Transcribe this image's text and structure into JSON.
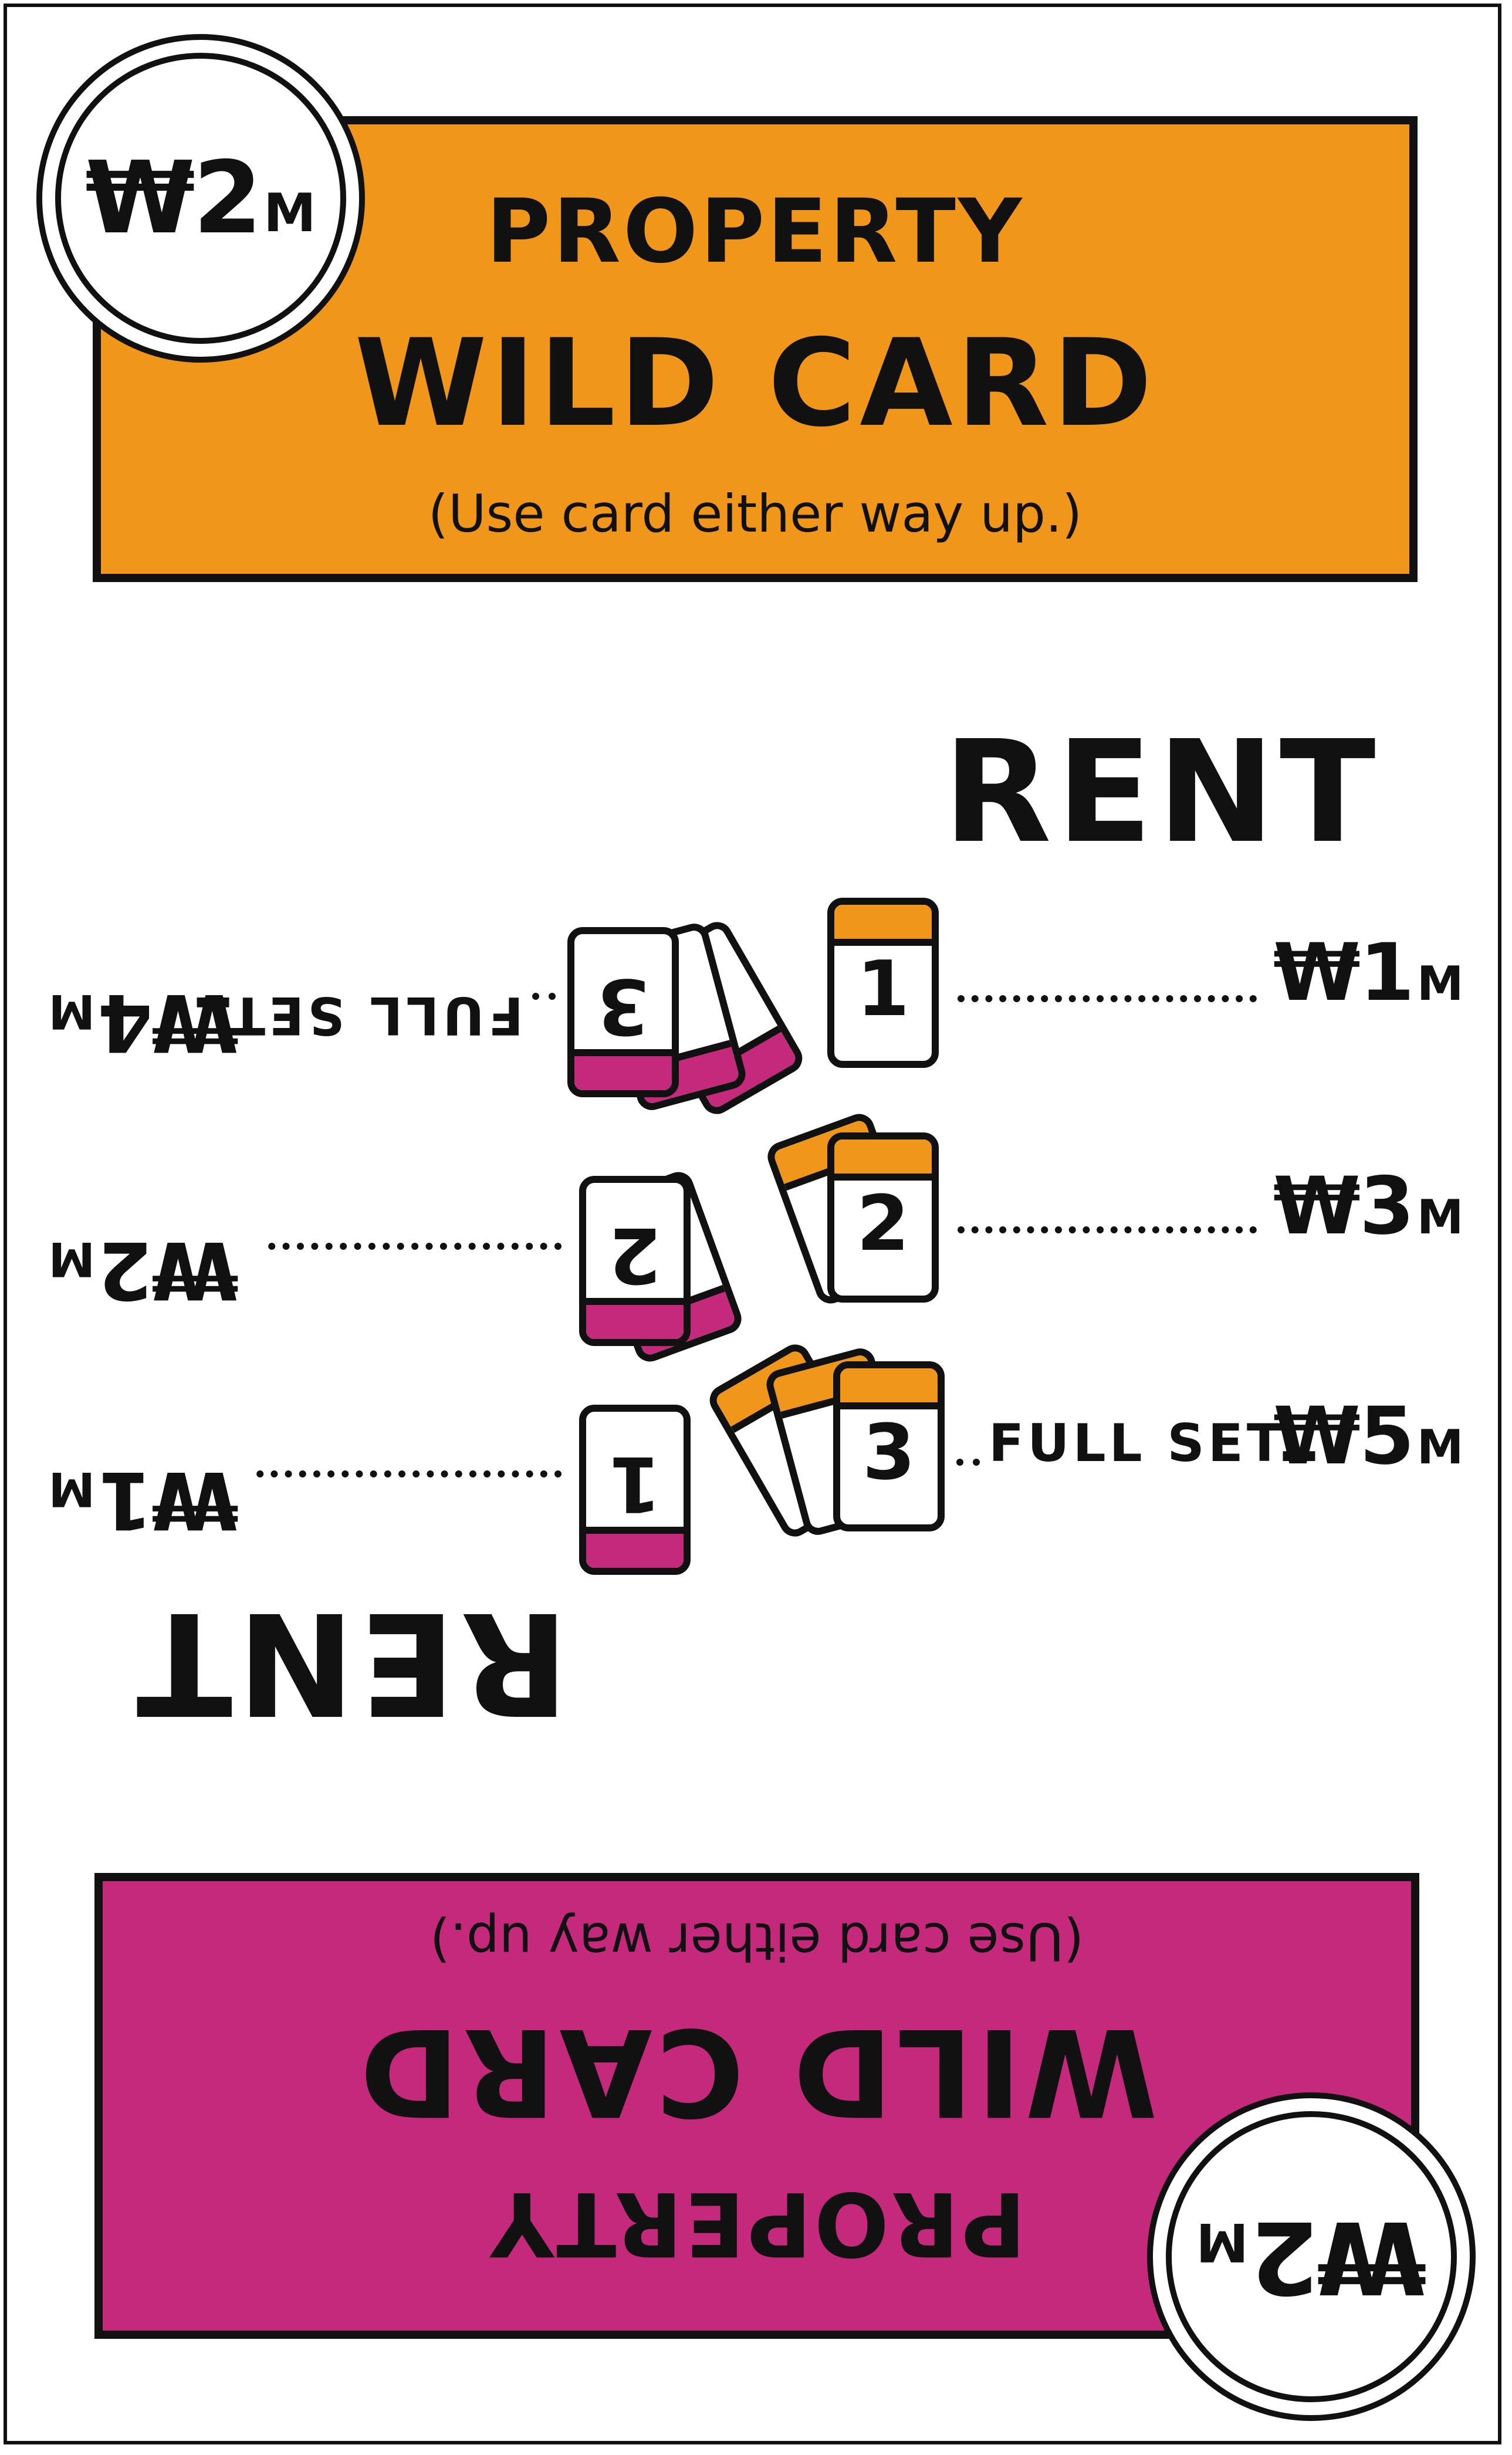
{
  "colors": {
    "top": "#f0961a",
    "bottom": "#c4297b"
  },
  "top": {
    "value": "₩2",
    "unit": "M",
    "label1": "PROPERTY",
    "label2": "WILD CARD",
    "label3": "(Use card either way up.)",
    "rent_title": "RENT",
    "rows": [
      {
        "cards": "1",
        "price": "₩1",
        "unit": "M",
        "note": ""
      },
      {
        "cards": "2",
        "price": "₩3",
        "unit": "M",
        "note": ""
      },
      {
        "cards": "3",
        "price": "₩5",
        "unit": "M",
        "note": "FULL SET.."
      }
    ]
  },
  "bottom": {
    "value": "₩2",
    "unit": "M",
    "label1": "PROPERTY",
    "label2": "WILD CARD",
    "label3": "(Use card either way up.)",
    "rent_title": "RENT",
    "rows": [
      {
        "cards": "1",
        "price": "₩1",
        "unit": "M",
        "note": ""
      },
      {
        "cards": "2",
        "price": "₩2",
        "unit": "M",
        "note": ""
      },
      {
        "cards": "3",
        "price": "₩4",
        "unit": "M",
        "note": "FULL SET.."
      }
    ]
  }
}
